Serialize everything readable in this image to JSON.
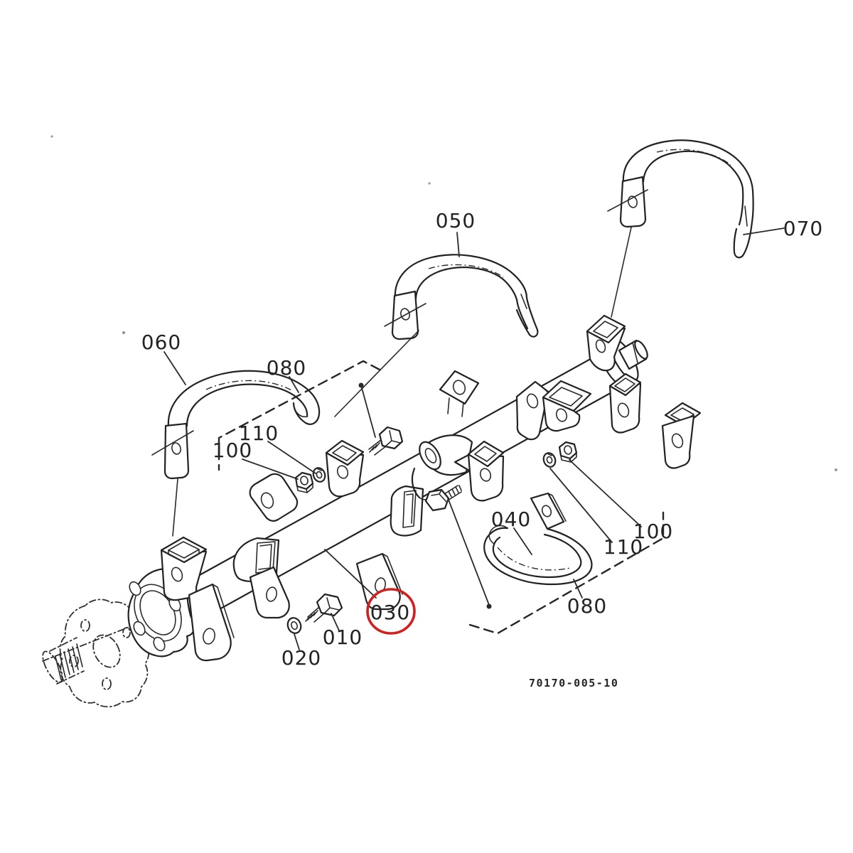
{
  "figure": {
    "kind": "exploded-parts-diagram",
    "subject": "tiller-rotor-shaft-assembly",
    "background": "#ffffff",
    "line_color": "#222222",
    "highlight_color": "#d21f1f",
    "highlighted_callout": "030",
    "drawing_number": "70170-005-10"
  },
  "callouts": {
    "c050": "050",
    "c060": "060",
    "c070": "070",
    "c080_top": "080",
    "c110_left": "110",
    "c100_left": "100",
    "c040": "040",
    "c100_right": "100",
    "c110_right": "110",
    "c080_bottom": "080",
    "c030": "030",
    "c010": "010",
    "c020": "020"
  }
}
